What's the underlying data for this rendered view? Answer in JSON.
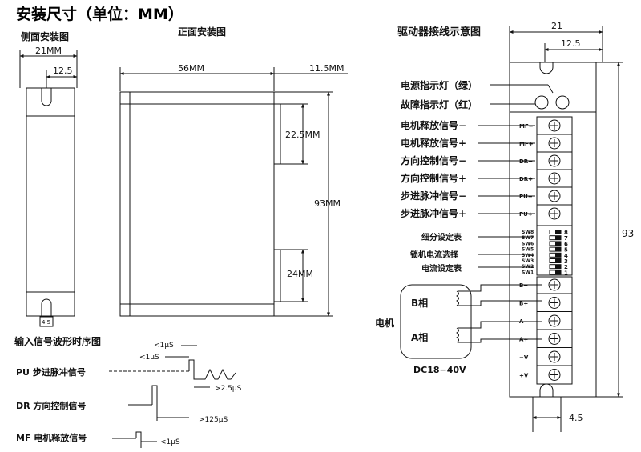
{
  "page_title": "安装尺寸（单位：MM）",
  "side_view": {
    "title": "侧面安装图",
    "width_label": "21MM",
    "slot_label": "12.5",
    "bottom_label": "4.5"
  },
  "front_view": {
    "title": "正面安装图",
    "width_label": "56MM",
    "offset_label": "11.5MM",
    "top_hole_label": "22.5MM",
    "height_label": "93MM",
    "bottom_hole_label": "24MM"
  },
  "wiring": {
    "title": "驱动器接线示意图",
    "top_width": "21",
    "top_slot": "12.5",
    "height_label": "93",
    "bottom_label": "4.5",
    "led_labels": [
      "电源指示灯（绿）",
      "故障指示灯（红）"
    ],
    "signal_labels": [
      "电机释放信号−",
      "电机释放信号+",
      "方向控制信号−",
      "方向控制信号+",
      "步进脉冲信号−",
      "步进脉冲信号+"
    ],
    "terminal_top": [
      "MF−",
      "MF+",
      "DR−",
      "DR+",
      "PU−",
      "PU+"
    ],
    "switch_labels": [
      "SW8",
      "SW7",
      "SW6",
      "SW5",
      "SW4",
      "SW3",
      "SW2",
      "SW1"
    ],
    "switch_numbers": [
      "8",
      "7",
      "6",
      "5",
      "4",
      "3",
      "2",
      "1"
    ],
    "setting_labels": [
      "细分设定表",
      "锁机电流选择",
      "电流设定表"
    ],
    "terminal_bottom": [
      "B−",
      "B+",
      "A−",
      "A+",
      "−V",
      "+V"
    ],
    "motor_label": "电机",
    "phase_b": "B相",
    "phase_a": "A相",
    "power_label": "DC18−40V"
  },
  "timing": {
    "title": "输入信号波形时序图",
    "rows": [
      "PU  步进脉冲信号",
      "DR  方向控制信号",
      "MF  电机释放信号"
    ],
    "annotations": [
      "<1μS",
      "<1μS",
      ">2.5μS",
      ">125μS",
      "<1μS"
    ]
  }
}
